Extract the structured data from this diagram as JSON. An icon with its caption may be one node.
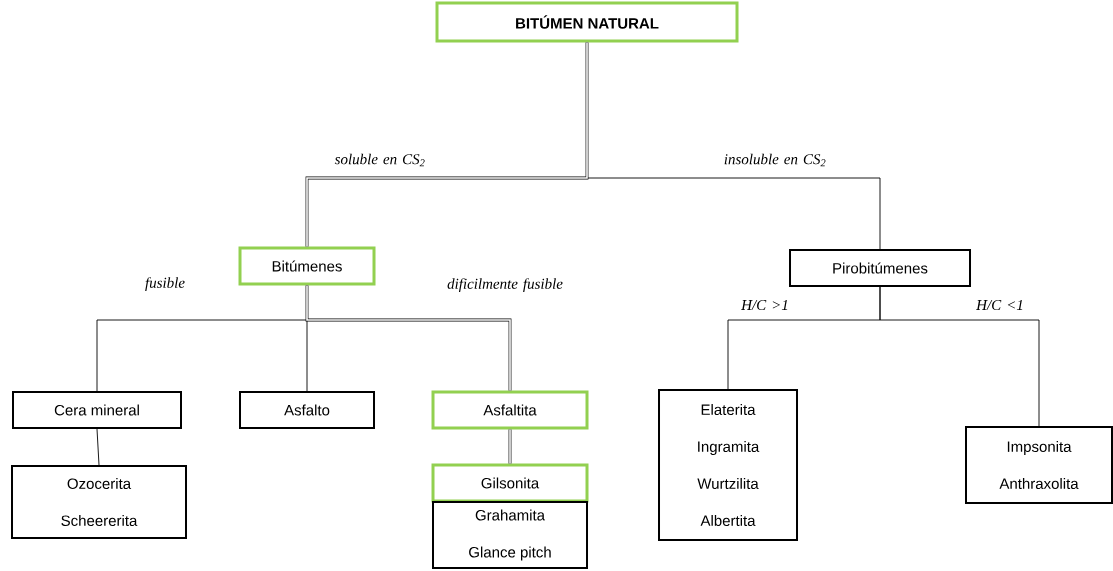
{
  "diagram": {
    "nodes": [
      {
        "text": [
          "BITÚMEN NATURAL"
        ]
      },
      {
        "text": [
          "Bitúmenes"
        ]
      },
      {
        "text": [
          "Pirobitúmenes"
        ]
      },
      {
        "text": [
          "Cera mineral"
        ]
      },
      {
        "text": [
          "Asfalto"
        ]
      },
      {
        "text": [
          "Asfaltita"
        ]
      },
      {
        "text": [
          "Elaterita",
          "Ingramita",
          "Wurtzilita",
          "Albertita"
        ]
      },
      {
        "text": [
          "Impsonita",
          "Anthraxolita"
        ]
      },
      {
        "text": [
          "Ozocerita",
          "Scheererita"
        ]
      },
      {
        "text": [
          "Gilsonita"
        ]
      },
      {
        "text": [
          "Grahamita",
          "Glance pitch"
        ]
      }
    ],
    "edges": [
      {
        "from": 0,
        "to": 1,
        "arrow": "none",
        "style": "thick",
        "label": "soluble en CS$_{2}$"
      },
      {
        "from": 0,
        "to": 2,
        "arrow": "none",
        "label": "insoluble en CS$_{2}$"
      },
      {
        "from": 1,
        "to": 3,
        "arrow": "none",
        "label": "fusible"
      },
      {
        "from": 1,
        "to": 4,
        "arrow": "none"
      },
      {
        "from": 1,
        "to": 5,
        "arrow": "none",
        "style": "thick",
        "label": "dificilmente fusible"
      },
      {
        "from": 2,
        "to": 6,
        "arrow": "none",
        "label": "H/C >1"
      },
      {
        "from": 2,
        "to": 7,
        "arrow": "none",
        "label": "H/C <1"
      },
      {
        "from": 3,
        "to": 8,
        "arrow": "none"
      },
      {
        "from": 5,
        "to": 9,
        "arrow": "none",
        "style": "thick"
      }
    ]
  }
}
